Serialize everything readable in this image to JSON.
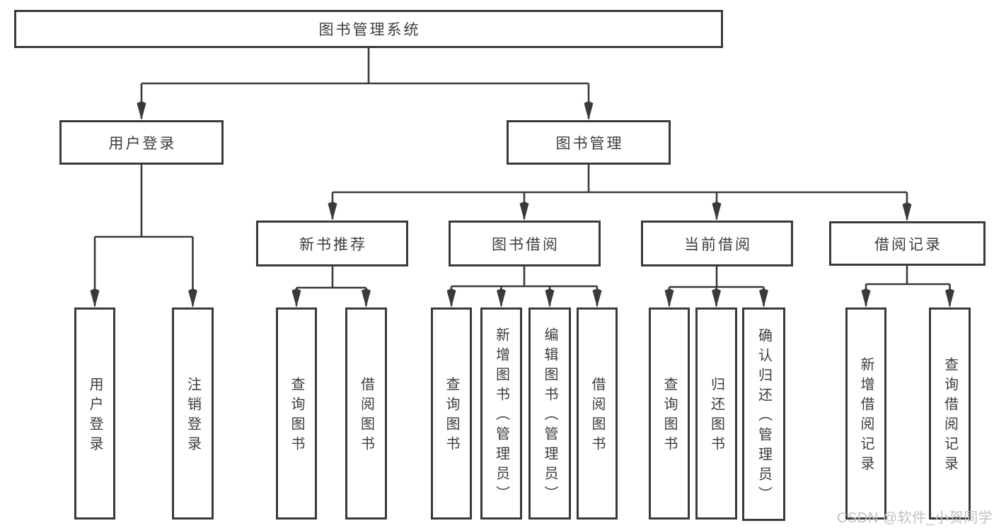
{
  "tree": {
    "root": {
      "label": "图书管理系统"
    },
    "login": {
      "label": "用户登录",
      "children": [
        {
          "label": "用户登录"
        },
        {
          "label": "注销登录"
        }
      ]
    },
    "management": {
      "label": "图书管理",
      "modules": [
        {
          "label": "新书推荐",
          "children": [
            {
              "label": "查询图书"
            },
            {
              "label": "借阅图书"
            }
          ]
        },
        {
          "label": "图书借阅",
          "children": [
            {
              "label": "查询图书"
            },
            {
              "label": "新增图书（管理员）"
            },
            {
              "label": "编辑图书（管理员）"
            },
            {
              "label": "借阅图书"
            }
          ]
        },
        {
          "label": "当前借阅",
          "children": [
            {
              "label": "查询图书"
            },
            {
              "label": "归还图书"
            },
            {
              "label": "确认归还（管理员）"
            }
          ]
        },
        {
          "label": "借阅记录",
          "children": [
            {
              "label": "新增借阅记录"
            },
            {
              "label": "查询借阅记录"
            }
          ]
        }
      ]
    }
  },
  "colors": {
    "line": "#3a3a3a",
    "text": "#3d3d3d",
    "watermark": "#c1c1c1"
  },
  "watermark": "CSDN @软件_小贺同学"
}
